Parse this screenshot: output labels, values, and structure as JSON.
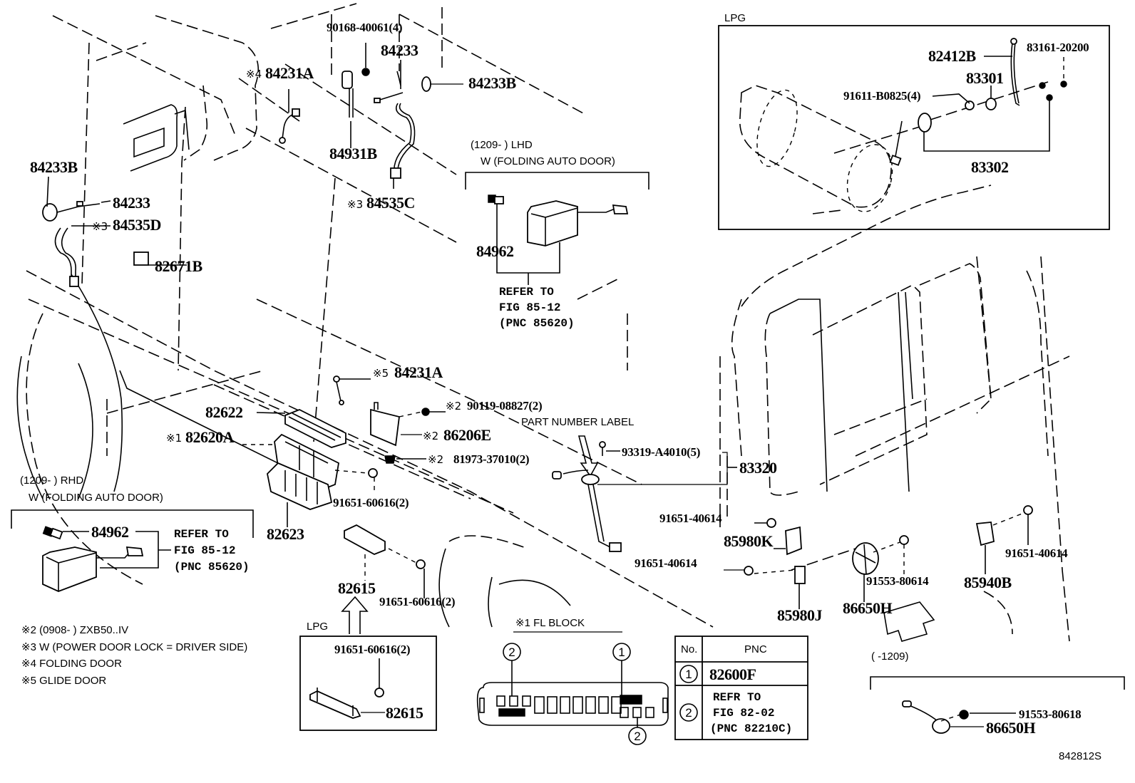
{
  "diagram": {
    "code": "842812S",
    "labels": {
      "p90168": "90168-40061(4)",
      "p84233_top": "84233",
      "p84233B_top": "84233B",
      "m4": "※4",
      "p84231A_top": "84231A",
      "p84931B": "84931B",
      "m3a": "※3",
      "p84535C": "84535C",
      "p84233B_left": "84233B",
      "p84233_left": "84233",
      "m3b": "※3",
      "p84535D": "84535D",
      "p82671B": "82671B",
      "m5": "※5",
      "p84231A_mid": "84231A",
      "m2a": "※2",
      "p90119": "90119-08827(2)",
      "m2b": "※2",
      "p86206E": "86206E",
      "m2c": "※2",
      "p81973": "81973-37010(2)",
      "p82622": "82622",
      "m1": "※1",
      "p82620A": "82620A",
      "p91651_606_a": "91651-60616(2)",
      "p82623": "82623",
      "p82615": "82615",
      "p91651_606_b": "91651-60616(2)",
      "part_number_label": "PART NUMBER LABEL",
      "p93319": "93319-A4010(5)",
      "p83320": "83320",
      "p91651_406_a": "91651-40614",
      "p85980K": "85980K",
      "p91651_406_b": "91651-40614",
      "p85980J": "85980J",
      "p86650H": "86650H",
      "p91553_80614": "91553-80614",
      "p85940B": "85940B",
      "p91651_406_c": "91651-40614"
    },
    "lhd_box": {
      "period": "(1209-        ) LHD",
      "condition": "W (FOLDING AUTO DOOR)",
      "part": "84962",
      "refer1": "REFER TO",
      "refer2": "FIG 85-12",
      "refer3": "(PNC 85620)"
    },
    "rhd_box": {
      "period": "(1209-        ) RHD",
      "condition": "W (FOLDING AUTO DOOR)",
      "part": "84962",
      "refer1": "REFER TO",
      "refer2": "FIG 85-12",
      "refer3": "(PNC 85620)"
    },
    "lpg_tank": {
      "title": "LPG",
      "p82412B": "82412B",
      "p83161": "83161-20200",
      "p83301": "83301",
      "p91611": "91611-B0825(4)",
      "p83302": "83302"
    },
    "lpg_bracket": {
      "title": "LPG",
      "bolt": "91651-60616(2)",
      "part": "82615"
    },
    "early_box": {
      "period": "(     -1209)",
      "bolt": "91553-80618",
      "part": "86650H"
    },
    "fl_block": {
      "title": "※1  FL BLOCK",
      "callout_1": "1",
      "callout_2a": "2",
      "callout_2b": "2"
    },
    "pnc_table": {
      "header_no": "No.",
      "header_pnc": "PNC",
      "rows": [
        {
          "no": "1",
          "pnc": "82600F"
        },
        {
          "no": "2",
          "pnc_line1": "REFR TO",
          "pnc_line2": "FIG 82-02",
          "pnc_line3": "(PNC 82210C)"
        }
      ]
    },
    "footnotes": [
      "※2 (0908-        ) ZXB50..IV",
      "※3 W (POWER DOOR LOCK = DRIVER SIDE)",
      "※4  FOLDING DOOR",
      "※5  GLIDE DOOR"
    ]
  }
}
